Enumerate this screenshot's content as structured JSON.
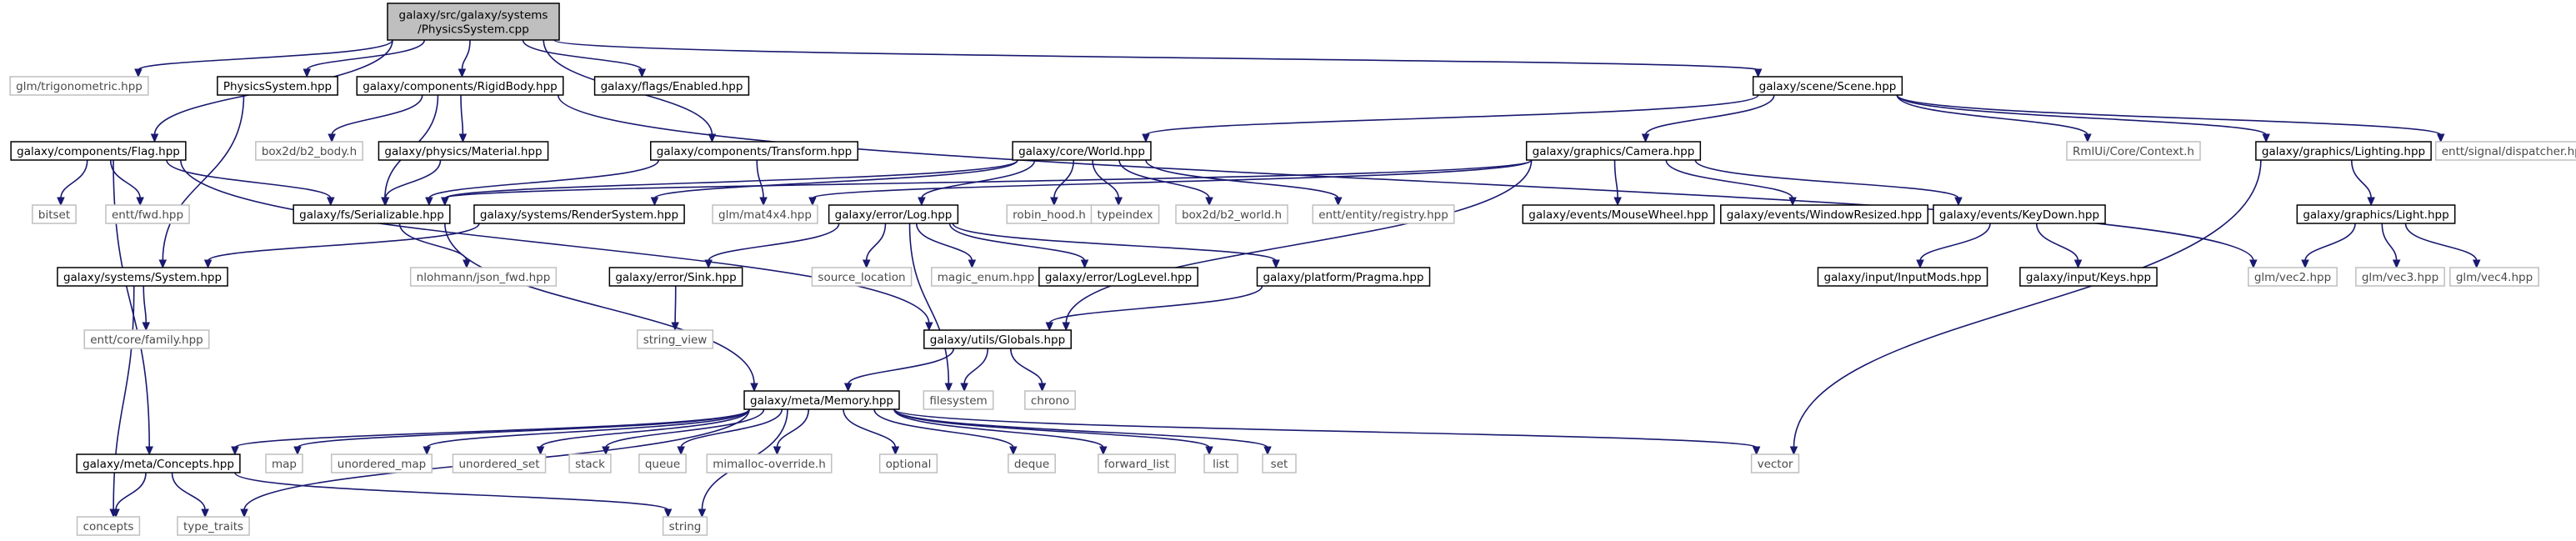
{
  "root": {
    "lines": [
      "galaxy/src/galaxy/systems",
      "/PhysicsSystem.cpp"
    ]
  },
  "nodes": [
    {
      "id": "trig",
      "label": "glm/trigonometric.hpp",
      "kind": "external"
    },
    {
      "id": "physys",
      "label": "PhysicsSystem.hpp",
      "kind": "project"
    },
    {
      "id": "rigid",
      "label": "galaxy/components/RigidBody.hpp",
      "kind": "project"
    },
    {
      "id": "enabled",
      "label": "galaxy/flags/Enabled.hpp",
      "kind": "project"
    },
    {
      "id": "scene",
      "label": "galaxy/scene/Scene.hpp",
      "kind": "project"
    },
    {
      "id": "flag",
      "label": "galaxy/components/Flag.hpp",
      "kind": "project"
    },
    {
      "id": "b2body",
      "label": "box2d/b2_body.h",
      "kind": "external"
    },
    {
      "id": "material",
      "label": "galaxy/physics/Material.hpp",
      "kind": "project"
    },
    {
      "id": "transform",
      "label": "galaxy/components/Transform.hpp",
      "kind": "project"
    },
    {
      "id": "world",
      "label": "galaxy/core/World.hpp",
      "kind": "project"
    },
    {
      "id": "camera",
      "label": "galaxy/graphics/Camera.hpp",
      "kind": "project"
    },
    {
      "id": "rmlui",
      "label": "RmlUi/Core/Context.h",
      "kind": "external"
    },
    {
      "id": "lighting",
      "label": "galaxy/graphics/Lighting.hpp",
      "kind": "project"
    },
    {
      "id": "dispatcher",
      "label": "entt/signal/dispatcher.hpp",
      "kind": "external"
    },
    {
      "id": "bitset",
      "label": "bitset",
      "kind": "external"
    },
    {
      "id": "enttfwd",
      "label": "entt/fwd.hpp",
      "kind": "external"
    },
    {
      "id": "serial",
      "label": "galaxy/fs/Serializable.hpp",
      "kind": "project"
    },
    {
      "id": "render",
      "label": "galaxy/systems/RenderSystem.hpp",
      "kind": "project"
    },
    {
      "id": "mat4",
      "label": "glm/mat4x4.hpp",
      "kind": "external"
    },
    {
      "id": "log",
      "label": "galaxy/error/Log.hpp",
      "kind": "project"
    },
    {
      "id": "robin",
      "label": "robin_hood.h",
      "kind": "external"
    },
    {
      "id": "typeindex",
      "label": "typeindex",
      "kind": "external"
    },
    {
      "id": "b2world",
      "label": "box2d/b2_world.h",
      "kind": "external"
    },
    {
      "id": "registry",
      "label": "entt/entity/registry.hpp",
      "kind": "external"
    },
    {
      "id": "mousewheel",
      "label": "galaxy/events/MouseWheel.hpp",
      "kind": "project"
    },
    {
      "id": "winresized",
      "label": "galaxy/events/WindowResized.hpp",
      "kind": "project"
    },
    {
      "id": "keydown",
      "label": "galaxy/events/KeyDown.hpp",
      "kind": "project"
    },
    {
      "id": "light",
      "label": "galaxy/graphics/Light.hpp",
      "kind": "project"
    },
    {
      "id": "system",
      "label": "galaxy/systems/System.hpp",
      "kind": "project"
    },
    {
      "id": "jsonfwd",
      "label": "nlohmann/json_fwd.hpp",
      "kind": "external"
    },
    {
      "id": "sink",
      "label": "galaxy/error/Sink.hpp",
      "kind": "project"
    },
    {
      "id": "srcloc",
      "label": "source_location",
      "kind": "external"
    },
    {
      "id": "magic",
      "label": "magic_enum.hpp",
      "kind": "external"
    },
    {
      "id": "loglevel",
      "label": "galaxy/error/LogLevel.hpp",
      "kind": "project"
    },
    {
      "id": "pragma",
      "label": "galaxy/platform/Pragma.hpp",
      "kind": "project"
    },
    {
      "id": "inputmods",
      "label": "galaxy/input/InputMods.hpp",
      "kind": "project"
    },
    {
      "id": "keys",
      "label": "galaxy/input/Keys.hpp",
      "kind": "project"
    },
    {
      "id": "vec2",
      "label": "glm/vec2.hpp",
      "kind": "external"
    },
    {
      "id": "vec3",
      "label": "glm/vec3.hpp",
      "kind": "external"
    },
    {
      "id": "vec4",
      "label": "glm/vec4.hpp",
      "kind": "external"
    },
    {
      "id": "family",
      "label": "entt/core/family.hpp",
      "kind": "external"
    },
    {
      "id": "stringview",
      "label": "string_view",
      "kind": "external"
    },
    {
      "id": "globals",
      "label": "galaxy/utils/Globals.hpp",
      "kind": "project"
    },
    {
      "id": "memory",
      "label": "galaxy/meta/Memory.hpp",
      "kind": "project"
    },
    {
      "id": "filesystem",
      "label": "filesystem",
      "kind": "external"
    },
    {
      "id": "chrono",
      "label": "chrono",
      "kind": "external"
    },
    {
      "id": "concepts_h",
      "label": "galaxy/meta/Concepts.hpp",
      "kind": "project"
    },
    {
      "id": "map",
      "label": "map",
      "kind": "external"
    },
    {
      "id": "umap",
      "label": "unordered_map",
      "kind": "external"
    },
    {
      "id": "uset",
      "label": "unordered_set",
      "kind": "external"
    },
    {
      "id": "stack",
      "label": "stack",
      "kind": "external"
    },
    {
      "id": "queue",
      "label": "queue",
      "kind": "external"
    },
    {
      "id": "mimalloc",
      "label": "mimalloc-override.h",
      "kind": "external"
    },
    {
      "id": "optional",
      "label": "optional",
      "kind": "external"
    },
    {
      "id": "deque",
      "label": "deque",
      "kind": "external"
    },
    {
      "id": "fwdlist",
      "label": "forward_list",
      "kind": "external"
    },
    {
      "id": "list",
      "label": "list",
      "kind": "external"
    },
    {
      "id": "set",
      "label": "set",
      "kind": "external"
    },
    {
      "id": "vector",
      "label": "vector",
      "kind": "external"
    },
    {
      "id": "concepts",
      "label": "concepts",
      "kind": "external"
    },
    {
      "id": "typetraits",
      "label": "type_traits",
      "kind": "external"
    },
    {
      "id": "string",
      "label": "string",
      "kind": "external"
    }
  ],
  "edges": [
    [
      "root",
      "trig"
    ],
    [
      "root",
      "physys"
    ],
    [
      "root",
      "rigid"
    ],
    [
      "root",
      "enabled"
    ],
    [
      "root",
      "scene"
    ],
    [
      "root",
      "flag"
    ],
    [
      "root",
      "transform"
    ],
    [
      "physys",
      "system"
    ],
    [
      "rigid",
      "b2body"
    ],
    [
      "rigid",
      "material"
    ],
    [
      "rigid",
      "serial"
    ],
    [
      "rigid",
      "vec2"
    ],
    [
      "flag",
      "bitset"
    ],
    [
      "flag",
      "enttfwd"
    ],
    [
      "flag",
      "serial"
    ],
    [
      "flag",
      "globals"
    ],
    [
      "flag",
      "concepts_h"
    ],
    [
      "material",
      "serial"
    ],
    [
      "transform",
      "serial"
    ],
    [
      "transform",
      "mat4"
    ],
    [
      "scene",
      "world"
    ],
    [
      "scene",
      "camera"
    ],
    [
      "scene",
      "rmlui"
    ],
    [
      "scene",
      "lighting"
    ],
    [
      "scene",
      "dispatcher"
    ],
    [
      "world",
      "serial"
    ],
    [
      "world",
      "render"
    ],
    [
      "world",
      "log"
    ],
    [
      "world",
      "robin"
    ],
    [
      "world",
      "typeindex"
    ],
    [
      "world",
      "b2world"
    ],
    [
      "world",
      "registry"
    ],
    [
      "camera",
      "serial"
    ],
    [
      "camera",
      "mat4"
    ],
    [
      "camera",
      "mousewheel"
    ],
    [
      "camera",
      "winresized"
    ],
    [
      "camera",
      "keydown"
    ],
    [
      "camera",
      "globals"
    ],
    [
      "lighting",
      "light"
    ],
    [
      "lighting",
      "vector"
    ],
    [
      "light",
      "vec2"
    ],
    [
      "light",
      "vec3"
    ],
    [
      "light",
      "vec4"
    ],
    [
      "keydown",
      "inputmods"
    ],
    [
      "keydown",
      "keys"
    ],
    [
      "serial",
      "jsonfwd"
    ],
    [
      "serial",
      "memory"
    ],
    [
      "render",
      "system"
    ],
    [
      "system",
      "family"
    ],
    [
      "system",
      "concepts"
    ],
    [
      "log",
      "sink"
    ],
    [
      "log",
      "srcloc"
    ],
    [
      "log",
      "magic"
    ],
    [
      "log",
      "loglevel"
    ],
    [
      "log",
      "pragma"
    ],
    [
      "log",
      "filesystem"
    ],
    [
      "sink",
      "stringview"
    ],
    [
      "pragma",
      "globals"
    ],
    [
      "globals",
      "memory"
    ],
    [
      "globals",
      "filesystem"
    ],
    [
      "globals",
      "chrono"
    ],
    [
      "memory",
      "concepts_h"
    ],
    [
      "memory",
      "map"
    ],
    [
      "memory",
      "umap"
    ],
    [
      "memory",
      "uset"
    ],
    [
      "memory",
      "stack"
    ],
    [
      "memory",
      "queue"
    ],
    [
      "memory",
      "mimalloc"
    ],
    [
      "memory",
      "optional"
    ],
    [
      "memory",
      "deque"
    ],
    [
      "memory",
      "fwdlist"
    ],
    [
      "memory",
      "list"
    ],
    [
      "memory",
      "set"
    ],
    [
      "memory",
      "vector"
    ],
    [
      "memory",
      "typetraits"
    ],
    [
      "memory",
      "string"
    ],
    [
      "concepts_h",
      "concepts"
    ],
    [
      "concepts_h",
      "typetraits"
    ],
    [
      "concepts_h",
      "string"
    ]
  ],
  "colors": {
    "edge": "#191970",
    "root_fill": "#bfbfbf",
    "project_border": "#000000",
    "external_border": "#bfbfbf",
    "external_text": "#4a4a4a"
  }
}
